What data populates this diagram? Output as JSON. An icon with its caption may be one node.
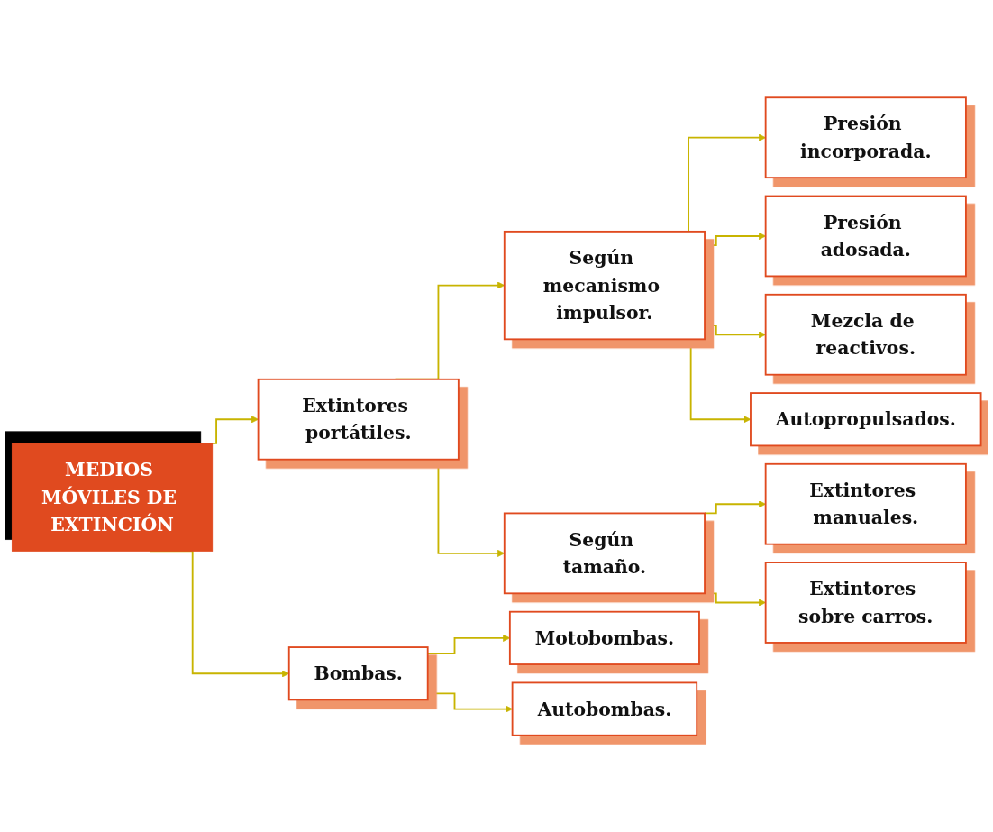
{
  "diagram": {
    "nodes": [
      {
        "text": [
          "MEDIOS MÓVILES DE EXTINCIÓN"
        ]
      },
      {
        "text": [
          "Extintores portátiles."
        ]
      },
      {
        "text": [
          "Según mecanismo impulsor."
        ]
      },
      {
        "text": [
          "Presión incorporada."
        ]
      },
      {
        "text": [
          "Presión adosada."
        ]
      },
      {
        "text": [
          "Mezcla de reactivos."
        ]
      },
      {
        "text": [
          "Autopropulsados."
        ]
      },
      {
        "text": [
          "Según tamaño."
        ]
      },
      {
        "text": [
          "Extintores manuales."
        ]
      },
      {
        "text": [
          "Extintores sobre carros."
        ]
      },
      {
        "text": [
          "Bombas."
        ]
      },
      {
        "text": [
          "Motobombas."
        ]
      },
      {
        "text": [
          "Autobombas."
        ]
      }
    ],
    "edges": [
      {
        "from": 0,
        "to": 1,
        "arrow": "to"
      },
      {
        "from": 0,
        "to": 10,
        "arrow": "to"
      },
      {
        "from": 1,
        "to": 2,
        "arrow": "to"
      },
      {
        "from": 1,
        "to": 7,
        "arrow": "to"
      },
      {
        "from": 2,
        "to": 3,
        "arrow": "to"
      },
      {
        "from": 2,
        "to": 4,
        "arrow": "to"
      },
      {
        "from": 2,
        "to": 5,
        "arrow": "to"
      },
      {
        "from": 2,
        "to": 6,
        "arrow": "to"
      },
      {
        "from": 7,
        "to": 8,
        "arrow": "to"
      },
      {
        "from": 7,
        "to": 9,
        "arrow": "to"
      },
      {
        "from": 10,
        "to": 11,
        "arrow": "to"
      },
      {
        "from": 10,
        "to": 12,
        "arrow": "to"
      }
    ]
  }
}
